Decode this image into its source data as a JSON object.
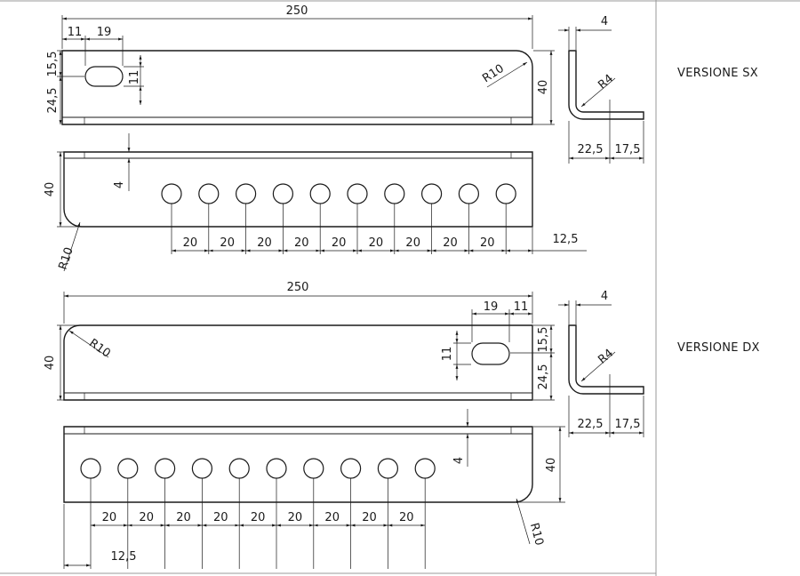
{
  "views": {
    "sx_label": "VERSIONE SX",
    "dx_label": "VERSIONE DX"
  },
  "dims": {
    "length": "250",
    "height": "40",
    "thickness": "4",
    "slot_offset": "11",
    "slot_width": "19",
    "slot_height": "11",
    "slot_top": "15,5",
    "slot_bottom": "24,5",
    "corner_radius": "R10",
    "bend_radius": "R4",
    "profile_base": "22,5",
    "profile_flange": "17,5",
    "hole_pitch": "20",
    "hole_edge": "12,5"
  },
  "holes": {
    "count": 10,
    "pitch_mm": 20,
    "edge_mm": 12.5
  }
}
